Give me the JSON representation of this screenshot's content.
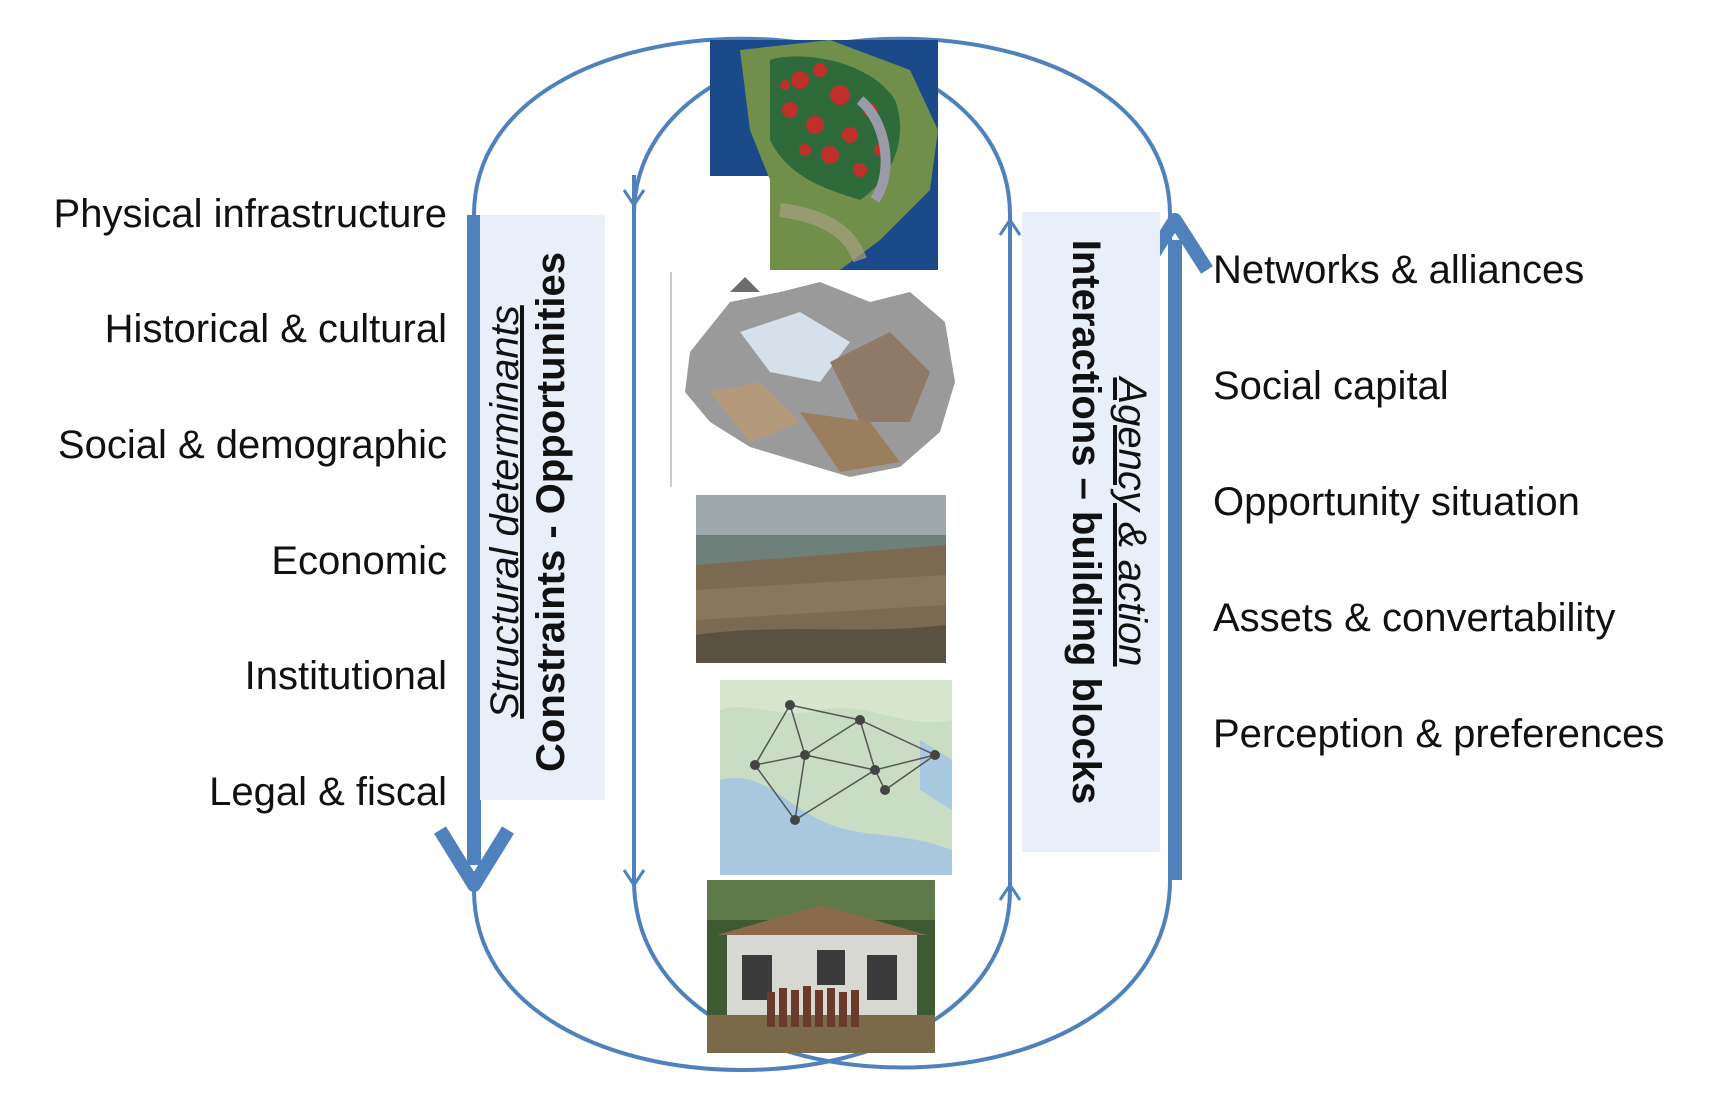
{
  "left_items": [
    "Physical infrastructure",
    "Historical & cultural",
    "Social & demographic",
    "Economic",
    "Institutional",
    "Legal & fiscal"
  ],
  "right_items": [
    "Networks & alliances",
    "Social capital",
    "Opportunity situation",
    "Assets & convertability",
    "Perception & preferences"
  ],
  "structural": {
    "title": "Structural determinants",
    "subtitle": "Constraints - Opportunities"
  },
  "agency": {
    "title": "Agency & action",
    "subtitle": "Interactions – building blocks"
  },
  "images": [
    "south-america-deforestation-map",
    "amazon-region-map",
    "aerial-river-town-photo",
    "network-map",
    "village-house-group-photo"
  ],
  "colors": {
    "loop_line": "#4f81bd",
    "box_fill": "#e9eff8",
    "text": "#111111"
  }
}
